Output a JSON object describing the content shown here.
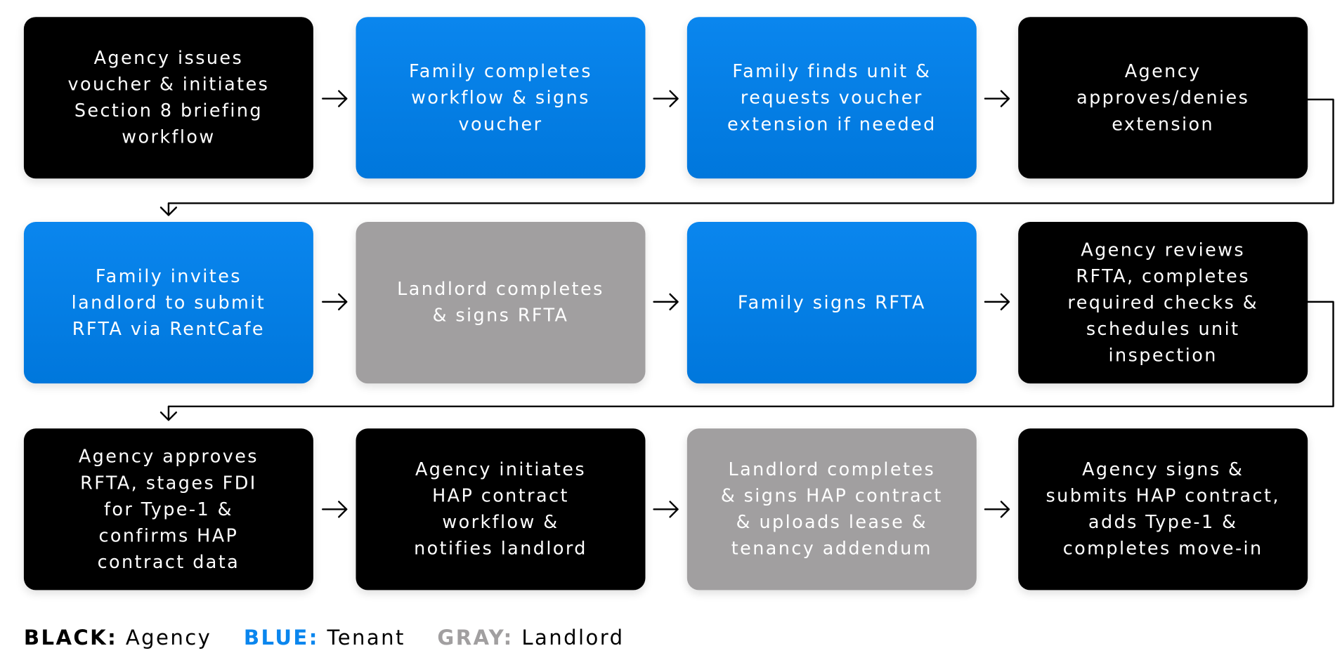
{
  "colors": {
    "agency": "#000000",
    "tenant": "#0a86ee",
    "landlord": "#a19fa0",
    "connector": "#000000"
  },
  "steps": [
    {
      "text": "Agency issues\nvoucher & initiates\nSection 8 briefing\nworkflow",
      "actor": "agency"
    },
    {
      "text": "Family completes\nworkflow & signs\nvoucher",
      "actor": "tenant"
    },
    {
      "text": "Family finds unit &\nrequests voucher\nextension if needed",
      "actor": "tenant"
    },
    {
      "text": "Agency\napproves/denies\nextension",
      "actor": "agency"
    },
    {
      "text": "Family invites\nlandlord to submit\nRFTA via RentCafe",
      "actor": "tenant"
    },
    {
      "text": "Landlord completes\n& signs RFTA",
      "actor": "landlord"
    },
    {
      "text": "Family signs RFTA",
      "actor": "tenant"
    },
    {
      "text": "Agency reviews\nRFTA, completes\nrequired checks &\nschedules unit\ninspection",
      "actor": "agency"
    },
    {
      "text": "Agency approves\nRFTA, stages FDI\nfor Type-1 &\nconfirms HAP\ncontract data",
      "actor": "agency"
    },
    {
      "text": "Agency initiates\nHAP contract\nworkflow &\nnotifies landlord",
      "actor": "agency"
    },
    {
      "text": "Landlord completes\n& signs HAP contract\n& uploads lease &\ntenancy addendum",
      "actor": "landlord"
    },
    {
      "text": "Agency signs &\nsubmits HAP contract,\nadds Type-1 &\ncompletes move-in",
      "actor": "agency"
    }
  ],
  "legend": [
    {
      "key": "BLACK:",
      "value": "Agency",
      "color": "#000000"
    },
    {
      "key": "BLUE:",
      "value": "Tenant",
      "color": "#0a86ee"
    },
    {
      "key": "GRAY:",
      "value": "Landlord",
      "color": "#a19fa0"
    }
  ]
}
